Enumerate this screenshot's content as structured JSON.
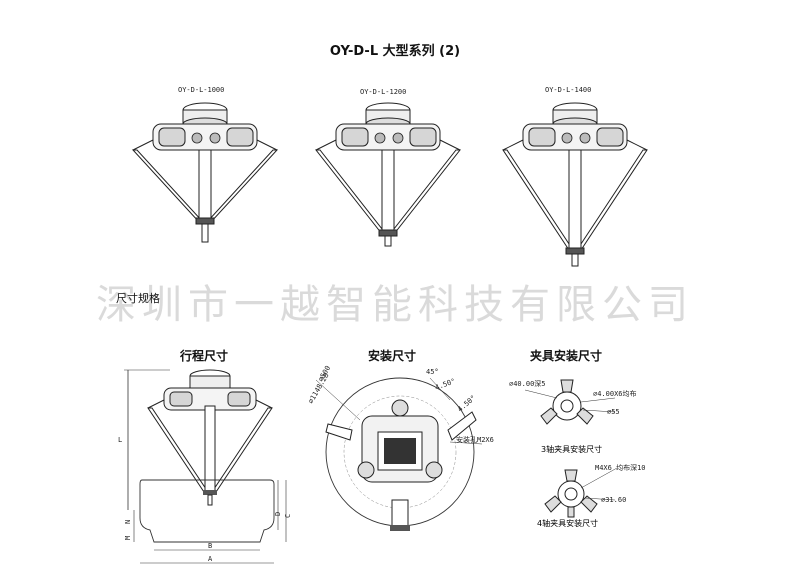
{
  "title": "OY-D-L 大型系列 (2)",
  "models": [
    "OY-D-L-1000",
    "OY-D-L-1200",
    "OY-D-L-1400"
  ],
  "watermark": "深圳市一越智能科技有限公司",
  "spec_section": "尺寸规格",
  "diagrams": {
    "stroke": {
      "title": "行程尺寸",
      "labels": [
        "L",
        "D",
        "C",
        "N",
        "M",
        "B",
        "A"
      ]
    },
    "mount": {
      "title": "安装尺寸",
      "labels": [
        "⌀500",
        "⌀1148.28",
        "45°",
        "4.50°",
        "4.50°",
        "安装孔M2X6"
      ]
    },
    "fixture": {
      "title": "夹具安装尺寸",
      "three_axis": {
        "caption": "3轴夹具安装尺寸",
        "labels": [
          "⌀40.00深5",
          "⌀4.00X6均布",
          "⌀55"
        ]
      },
      "four_axis": {
        "caption": "4轴夹具安装尺寸",
        "labels": [
          "M4X6 均布深10",
          "⌀31.60"
        ]
      }
    }
  }
}
